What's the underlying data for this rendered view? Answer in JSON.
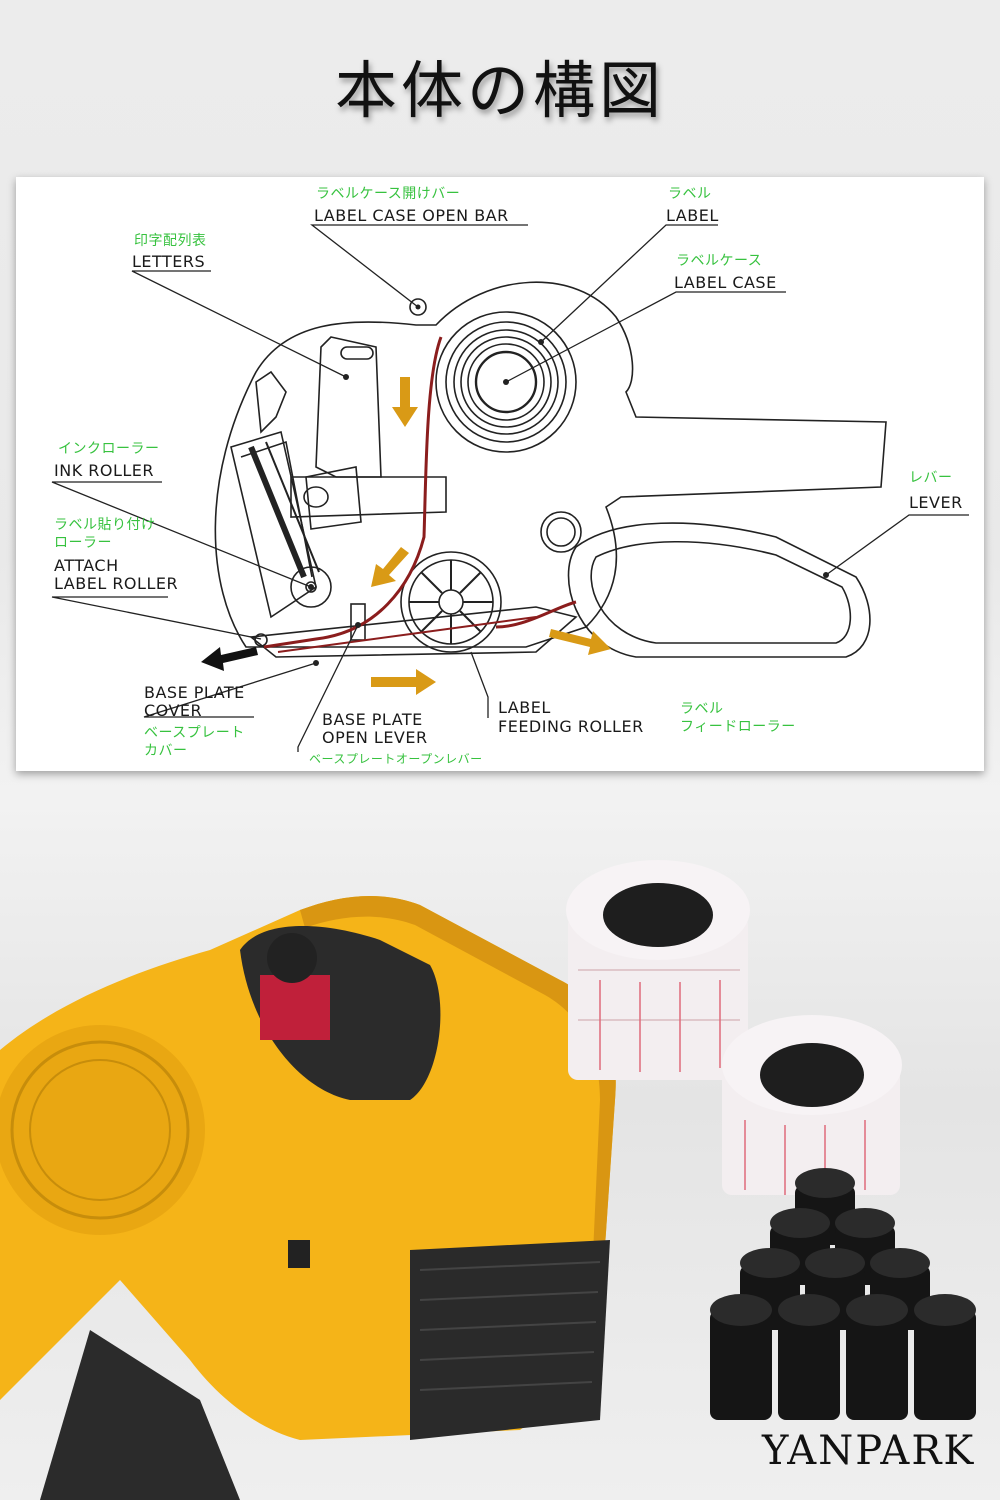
{
  "title": "本体の構図",
  "brand": "YANPARK",
  "labels": {
    "label_case_open_bar_jp": "ラベルケース開けバー",
    "label_case_open_bar_en": "LABEL CASE OPEN BAR",
    "label_jp": "ラベル",
    "label_en": "LABEL",
    "label_case_jp": "ラベルケース",
    "label_case_en": "LABEL CASE",
    "letters_jp": "印字配列表",
    "letters_en": "LETTERS",
    "ink_roller_jp": "インクローラー",
    "ink_roller_en": "INK ROLLER",
    "attach_roller_jp_1": "ラベル貼り付け",
    "attach_roller_jp_2": "ローラー",
    "attach_roller_en_1": "ATTACH",
    "attach_roller_en_2": "LABEL ROLLER",
    "lever_jp": "レバー",
    "lever_en": "LEVER",
    "base_plate_cover_en_1": "BASE PLATE",
    "base_plate_cover_en_2": "COVER",
    "base_plate_cover_jp_1": "ベースプレート",
    "base_plate_cover_jp_2": "カバー",
    "base_plate_open_lever_en_1": "BASE PLATE",
    "base_plate_open_lever_en_2": "OPEN LEVER",
    "base_plate_open_lever_jp": "ベースプレートオープンレバー",
    "feeding_roller_en_1": "LABEL",
    "feeding_roller_en_2": "FEEDING ROLLER",
    "feeding_roller_jp_1": "ラベル",
    "feeding_roller_jp_2": "フィードローラー"
  },
  "colors": {
    "label_path": "#8b1d1d",
    "arrow": "#d99a16",
    "gun_body": "#f5b418",
    "japanese_text": "#37c23f"
  }
}
